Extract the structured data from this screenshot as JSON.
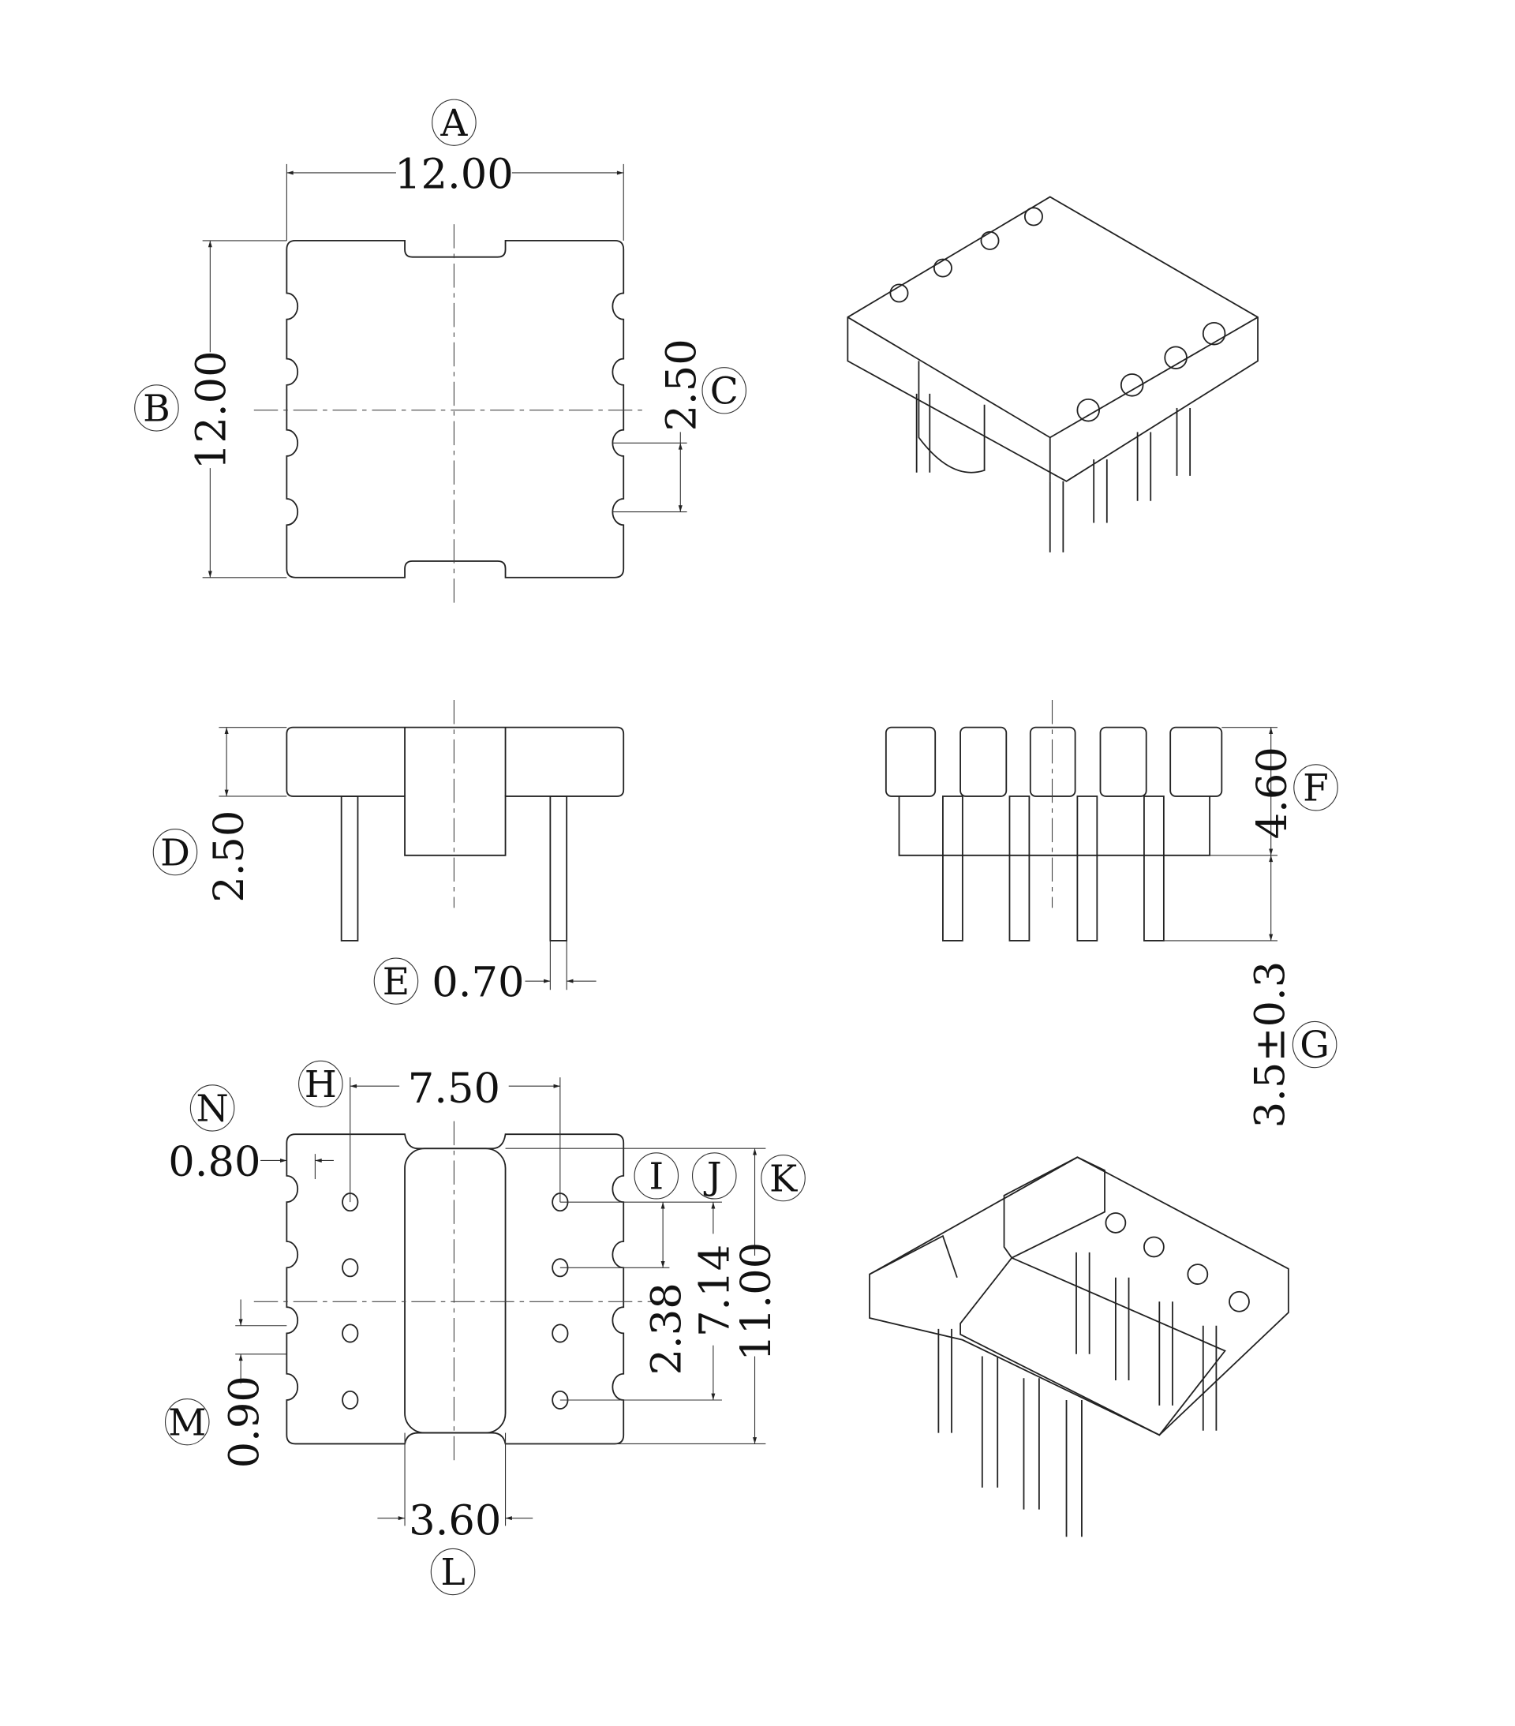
{
  "labels": {
    "A": "A",
    "B": "B",
    "C": "C",
    "D": "D",
    "E": "E",
    "F": "F",
    "G": "G",
    "H": "H",
    "I": "I",
    "J": "J",
    "K": "K",
    "L": "L",
    "M": "M",
    "N": "N"
  },
  "dims": {
    "A": "12.00",
    "B": "12.00",
    "C": "2.50",
    "D": "2.50",
    "E": "0.70",
    "F": "4.60",
    "G": "3.5±0.3",
    "H": "7.50",
    "I": "2.38",
    "J": "7.14",
    "K": "11.00",
    "L": "3.60",
    "M": "0.90",
    "N": "0.80"
  }
}
